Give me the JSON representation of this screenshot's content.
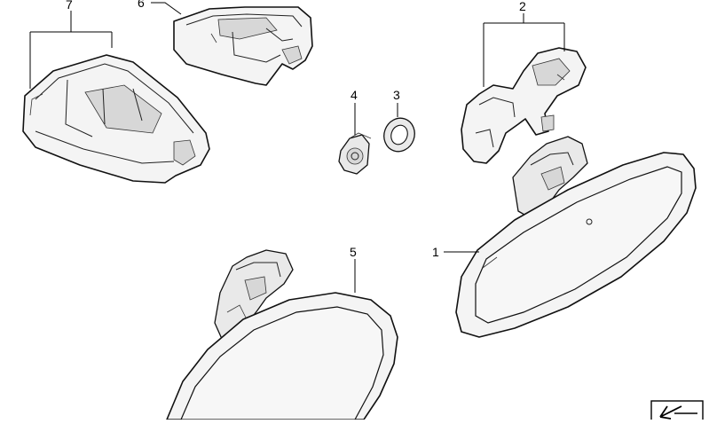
{
  "callouts": [
    {
      "id": "callout-1",
      "label": "1"
    },
    {
      "id": "callout-2",
      "label": "2"
    },
    {
      "id": "callout-3",
      "label": "3"
    },
    {
      "id": "callout-4",
      "label": "4"
    },
    {
      "id": "callout-5",
      "label": "5"
    },
    {
      "id": "callout-6",
      "label": "6"
    },
    {
      "id": "callout-7",
      "label": "7"
    }
  ],
  "colors": {
    "line": "#111111",
    "fill": "#f4f4f4",
    "background": "#ffffff"
  }
}
